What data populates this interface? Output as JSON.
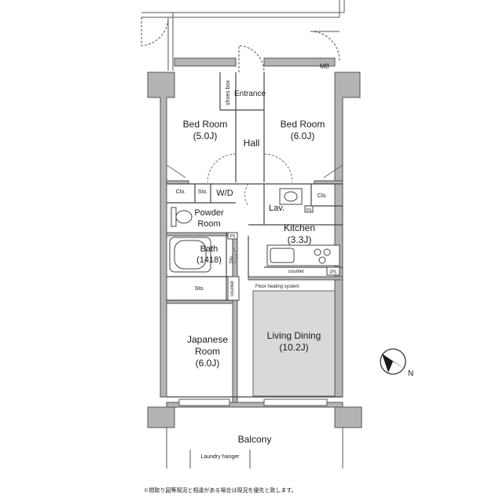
{
  "rooms": {
    "bed_left_name": "Bed Room",
    "bed_left_size": "(5.0J)",
    "bed_right_name": "Bed Room",
    "bed_right_size": "(6.0J)",
    "entrance": "Entrance",
    "shoes_box": "shoes box",
    "hall": "Hall",
    "mb": "MB",
    "clo_left": "Clo.",
    "sto_left": "Sto.",
    "wd": "W/D",
    "lav": "Lav.",
    "clo_right": "Clo.",
    "ps_lav": "PS",
    "powder_line1": "Powder",
    "powder_line2": "Room",
    "kitchen_name": "Kitchen",
    "kitchen_size": "(3.3J)",
    "ps_bath": "PS",
    "bath_name": "Bath",
    "bath_size": "(1418)",
    "sto_bath": "Sto.",
    "counter_kitchen": "counter",
    "ps_kitchen": "PS",
    "sto_lower": "Sto.",
    "counter_vertical": "counter",
    "floor_heating": "Floor heating system",
    "living_name": "Living Dining",
    "living_size": "(10.2J)",
    "japanese_line1": "Japanese",
    "japanese_line2": "Room",
    "japanese_size": "(6.0J)",
    "balcony": "Balcony",
    "laundry": "Laundry hanger"
  },
  "compass": {
    "label": "N"
  },
  "footnote": "※間取り図等現況と相違がある場合は現況を優先と致します。",
  "colors": {
    "wall": "#b4b4b4",
    "wall_stroke": "#555555",
    "floor_heating_fill": "#d9d9d9",
    "line": "#333333"
  }
}
